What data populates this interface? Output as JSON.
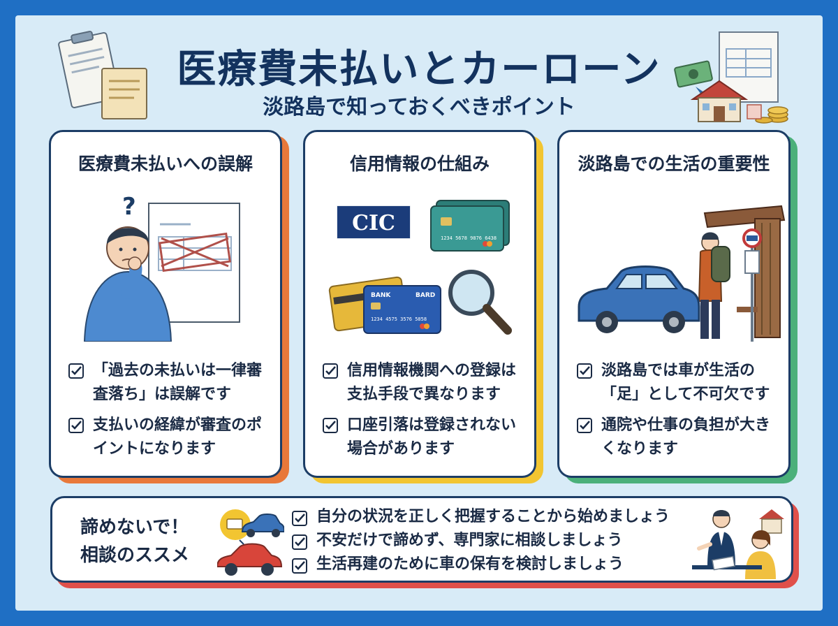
{
  "header": {
    "title": "医療費未払いとカーローン",
    "subtitle": "淡路島で知っておくべきポイント"
  },
  "cards": [
    {
      "heading": "医療費未払いへの誤解",
      "bullets": [
        "「過去の未払いは一律審査落ち」は誤解です",
        "支払いの経緯が審査のポイントになります"
      ]
    },
    {
      "heading": "信用情報の仕組み",
      "cic_logo": "CIC",
      "card_labels": {
        "bank": "BANK",
        "bard": "BARD",
        "num1": "1234 5678 9876 6438",
        "num2": "1234 4575 3576 5858"
      },
      "bullets": [
        "信用情報機関への登録は支払手段で異なります",
        "口座引落は登録されない場合があります"
      ]
    },
    {
      "heading": "淡路島での生活の重要性",
      "bullets": [
        "淡路島では車が生活の「足」として不可欠です",
        "通院や仕事の負担が大きくなります"
      ]
    }
  ],
  "footer": {
    "heading_line1": "諦めないで！",
    "heading_line2": "相談のススメ",
    "bullets": [
      "自分の状況を正しく把握することから始めましょう",
      "不安だけで諦めず、専門家に相談しましょう",
      "生活再建のために車の保有を検討しましょう"
    ]
  },
  "colors": {
    "border": "#1f6fc4",
    "background": "#d8ebf7",
    "navy": "#13325e",
    "card1_accent": "#e8783a",
    "card2_accent": "#f2c531",
    "card3_accent": "#4bb07a",
    "footer_accent": "#e0504a"
  }
}
